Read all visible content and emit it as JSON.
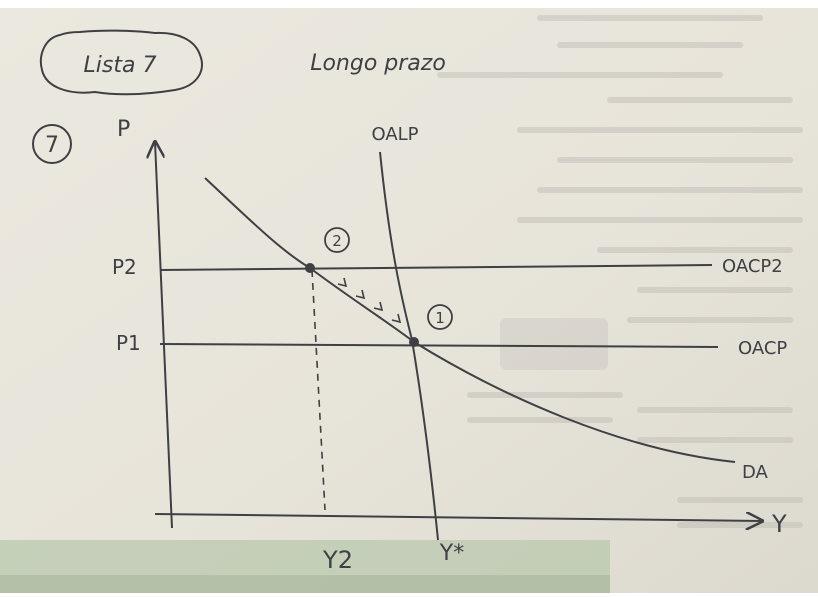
{
  "header": {
    "badge_text": "Lista 7",
    "subtitle": "Longo prazo"
  },
  "question_number": "7",
  "axes": {
    "y_label": "P",
    "x_label": "Y"
  },
  "price_labels": {
    "p2": "P2",
    "p1": "P1"
  },
  "output_labels": {
    "y2": "Y2",
    "y_star": "Y*"
  },
  "curves": {
    "oalp": "OALP",
    "oacp2": "OACP2",
    "oacp": "OACP",
    "da": "DA"
  },
  "points": {
    "point1": "1",
    "point2": "2"
  },
  "colors": {
    "paper": "#e9e6dd",
    "ink": "#4a4a4e",
    "pencil": "#3f3f44",
    "bleed_text": "#b7b5b0",
    "green_strip": "#b9c7ad",
    "background": "#ffffff"
  }
}
